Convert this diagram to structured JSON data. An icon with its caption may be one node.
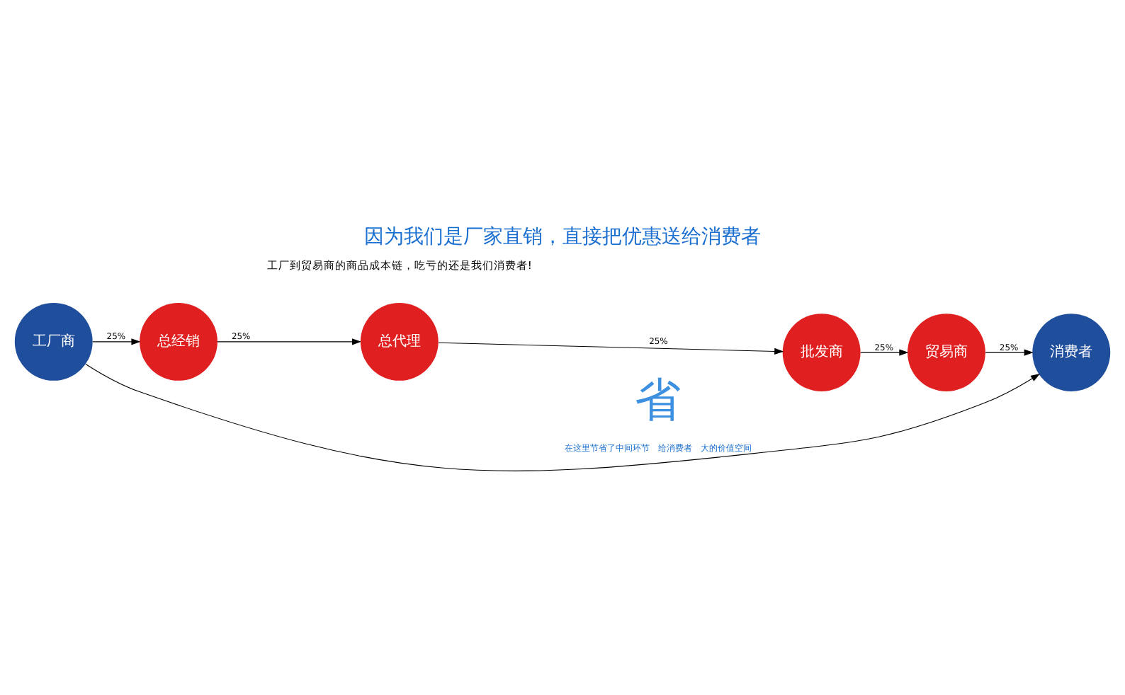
{
  "diagram": {
    "title": "因为我们是厂家直销，直接把优惠送给消费者",
    "nodes": [
      {
        "text": [
          "工厂商"
        ]
      },
      {
        "text": [
          "总经销"
        ]
      },
      {
        "text": [
          "总代理"
        ]
      },
      {
        "text": [
          "批发商"
        ]
      },
      {
        "text": [
          "贸易商"
        ]
      },
      {
        "text": [
          "消费者"
        ]
      }
    ],
    "edges": [
      {
        "from": 0,
        "to": 1,
        "arrow": "to",
        "label": "25%"
      },
      {
        "from": 1,
        "to": 2,
        "arrow": "to",
        "label": "25%"
      },
      {
        "from": 2,
        "to": 3,
        "arrow": "to",
        "label": "25%"
      },
      {
        "from": 3,
        "to": 4,
        "arrow": "to",
        "label": "25%"
      },
      {
        "from": 4,
        "to": 5,
        "arrow": "to",
        "label": "25%"
      },
      {
        "from": 0,
        "to": 5,
        "arrow": "to",
        "label": "在这里节省了中间环节　给消费者　大的价值空间"
      }
    ],
    "labels": [
      "工厂到贸易商的商品成本链，吃亏的还是我们消费者!",
      "省"
    ]
  }
}
